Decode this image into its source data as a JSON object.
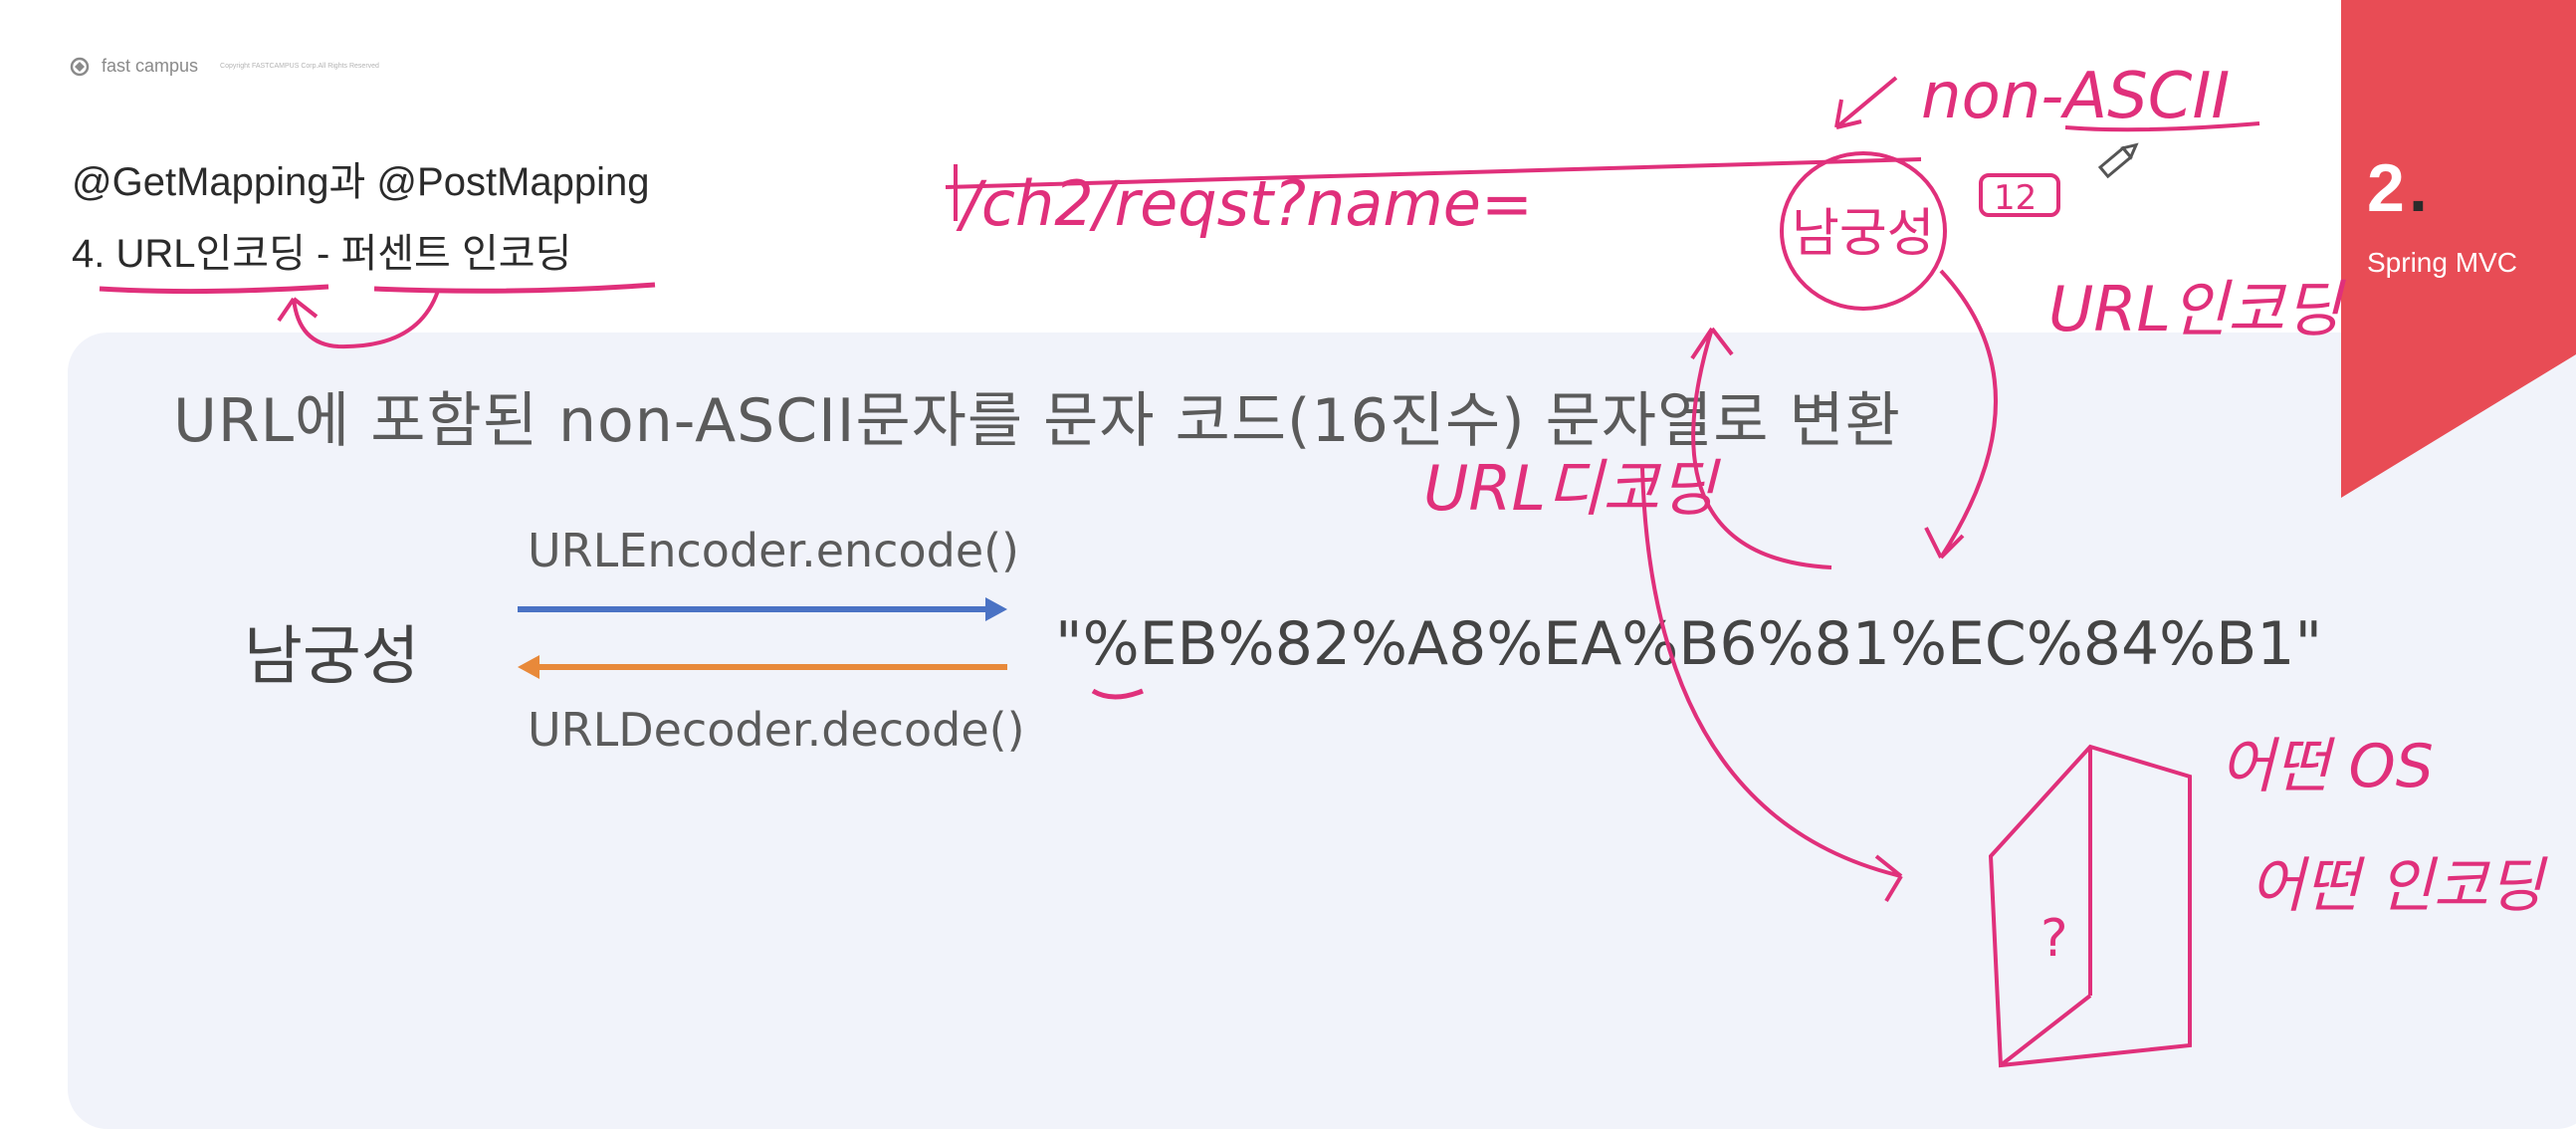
{
  "header": {
    "logo_text": "fast campus",
    "copyright": "Copyright FASTCAMPUS Corp.All Rights Reserved"
  },
  "slide": {
    "heading_line1": "@GetMapping과 @PostMapping",
    "heading_line2": "4. URL인코딩 - 퍼센트 인코딩",
    "subtitle": "URL에 포함된 non-ASCII문자를 문자 코드(16진수) 문자열로 변환",
    "original_word": "남궁성",
    "encode_method": "URLEncoder.encode()",
    "decode_method": "URLDecoder.decode()",
    "encoded_string": "\"%EB%82%A8%EA%B6%81%EC%84%B1\""
  },
  "chapter": {
    "number": "2",
    "dot": ".",
    "name": "Spring MVC"
  },
  "annotations": {
    "non_ascii": "non-ASCII",
    "url_example": "/ch2/reqst?name=",
    "circled_word": "남궁성",
    "boxed_number": "12",
    "url_encoding": "URL인코딩",
    "url_decoding": "URL디코딩",
    "which_os": "어떤 OS",
    "which_encoding": "어떤 인코딩",
    "question_mark": "?"
  },
  "colors": {
    "accent": "#e84c55",
    "ink": "#e0307b",
    "encode_arrow": "#4a72c4",
    "decode_arrow": "#e8893a",
    "panel_bg": "#f1f3fa"
  },
  "icons": [
    "fastcampus-logo-icon",
    "pencil-cursor-icon"
  ]
}
